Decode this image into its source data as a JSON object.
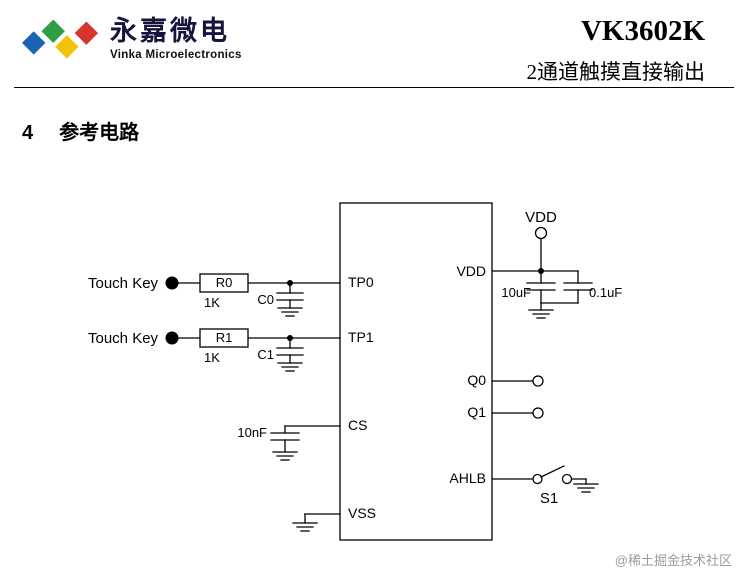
{
  "header": {
    "logo": {
      "brand_cn": "永嘉微电",
      "brand_en": "Vinka Microelectronics",
      "colors": [
        "#1b63b5",
        "#2f9e44",
        "#f3c30c",
        "#d6342c"
      ]
    },
    "part_number": "VK3602K",
    "subtitle": "2通道触摸直接输出"
  },
  "section": {
    "number": "4",
    "title": "参考电路"
  },
  "schematic": {
    "pins_left": [
      "TP0",
      "TP1",
      "CS",
      "VSS"
    ],
    "pins_right": [
      "VDD",
      "Q0",
      "Q1",
      "AHLB"
    ],
    "touch_key_label_0": "Touch Key",
    "touch_key_label_1": "Touch Key",
    "r0_label": "R0",
    "r0_value": "1K",
    "r1_label": "R1",
    "r1_value": "1K",
    "c0_label": "C0",
    "c1_label": "C1",
    "cs_cap_value": "10nF",
    "vdd_net_label": "VDD",
    "bulk_cap_value": "10uF",
    "bypass_cap_value": "0.1uF",
    "switch_label": "S1"
  },
  "footer": {
    "watermark": "@稀土掘金技术社区"
  }
}
